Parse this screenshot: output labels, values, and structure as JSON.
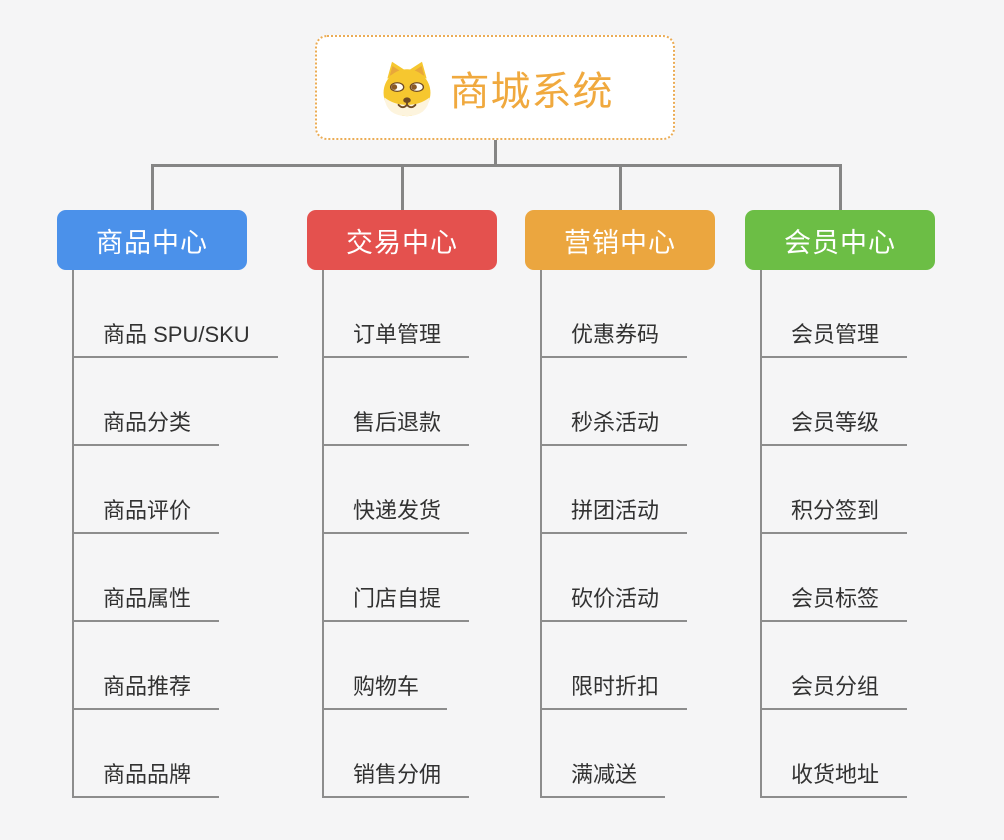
{
  "diagram": {
    "type": "mindmap",
    "background": "#f5f5f6",
    "connector_color": "#858585",
    "leaf_line_color": "#8d8d8d",
    "leaf_text_color": "#323232",
    "root": {
      "title": "商城系统",
      "icon": "dog-face-icon",
      "title_color": "#f0a93e",
      "border_color": "#ebac55",
      "background": "#ffffff"
    },
    "branches": [
      {
        "id": "product-center",
        "label": "商品中心",
        "color": "#4b91ea",
        "text_color": "#ffffff",
        "children": [
          "商品 SPU/SKU",
          "商品分类",
          "商品评价",
          "商品属性",
          "商品推荐",
          "商品品牌"
        ]
      },
      {
        "id": "trade-center",
        "label": "交易中心",
        "color": "#e4514e",
        "text_color": "#ffffff",
        "children": [
          "订单管理",
          "售后退款",
          "快递发货",
          "门店自提",
          "购物车",
          "销售分佣"
        ]
      },
      {
        "id": "marketing-center",
        "label": "营销中心",
        "color": "#eba63f",
        "text_color": "#ffffff",
        "children": [
          "优惠券码",
          "秒杀活动",
          "拼团活动",
          "砍价活动",
          "限时折扣",
          "满减送"
        ]
      },
      {
        "id": "member-center",
        "label": "会员中心",
        "color": "#6cbe45",
        "text_color": "#ffffff",
        "children": [
          "会员管理",
          "会员等级",
          "积分签到",
          "会员标签",
          "会员分组",
          "收货地址"
        ]
      }
    ]
  }
}
